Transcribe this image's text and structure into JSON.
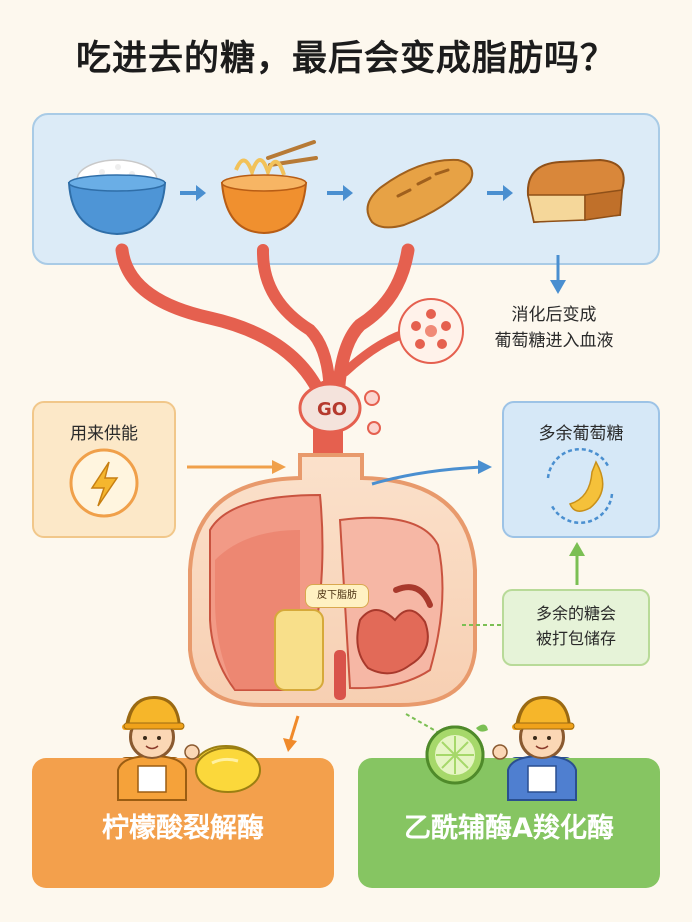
{
  "title": "吃进去的糖，最后会变成脂肪吗？",
  "top_panel": {
    "foods": [
      "rice-bowl-icon",
      "noodles-bowl-icon",
      "baguette-icon",
      "bread-loaf-icon"
    ]
  },
  "digest_label": [
    "消化后变成",
    "葡萄糖进入血液"
  ],
  "go_badge": "GO",
  "energy_box": {
    "label": "用来供能",
    "icon": "lightning-icon"
  },
  "surplus_box": {
    "label": "多余葡萄糖",
    "icon": "cycle-arrows-icon"
  },
  "store_box": {
    "lines": [
      "多余的糖会",
      "被打包储存"
    ]
  },
  "fat_label": "皮下脂肪",
  "enzymes": {
    "left": "柠檬酸裂解酶",
    "right": "乙酰辅酶A羧化酶"
  },
  "colors": {
    "vessel": "#e5604f",
    "top_panel": "#dcebf7",
    "energy_panel": "#fce8c8",
    "enzyme_left": "#f3a04c",
    "enzyme_right": "#86c562"
  }
}
